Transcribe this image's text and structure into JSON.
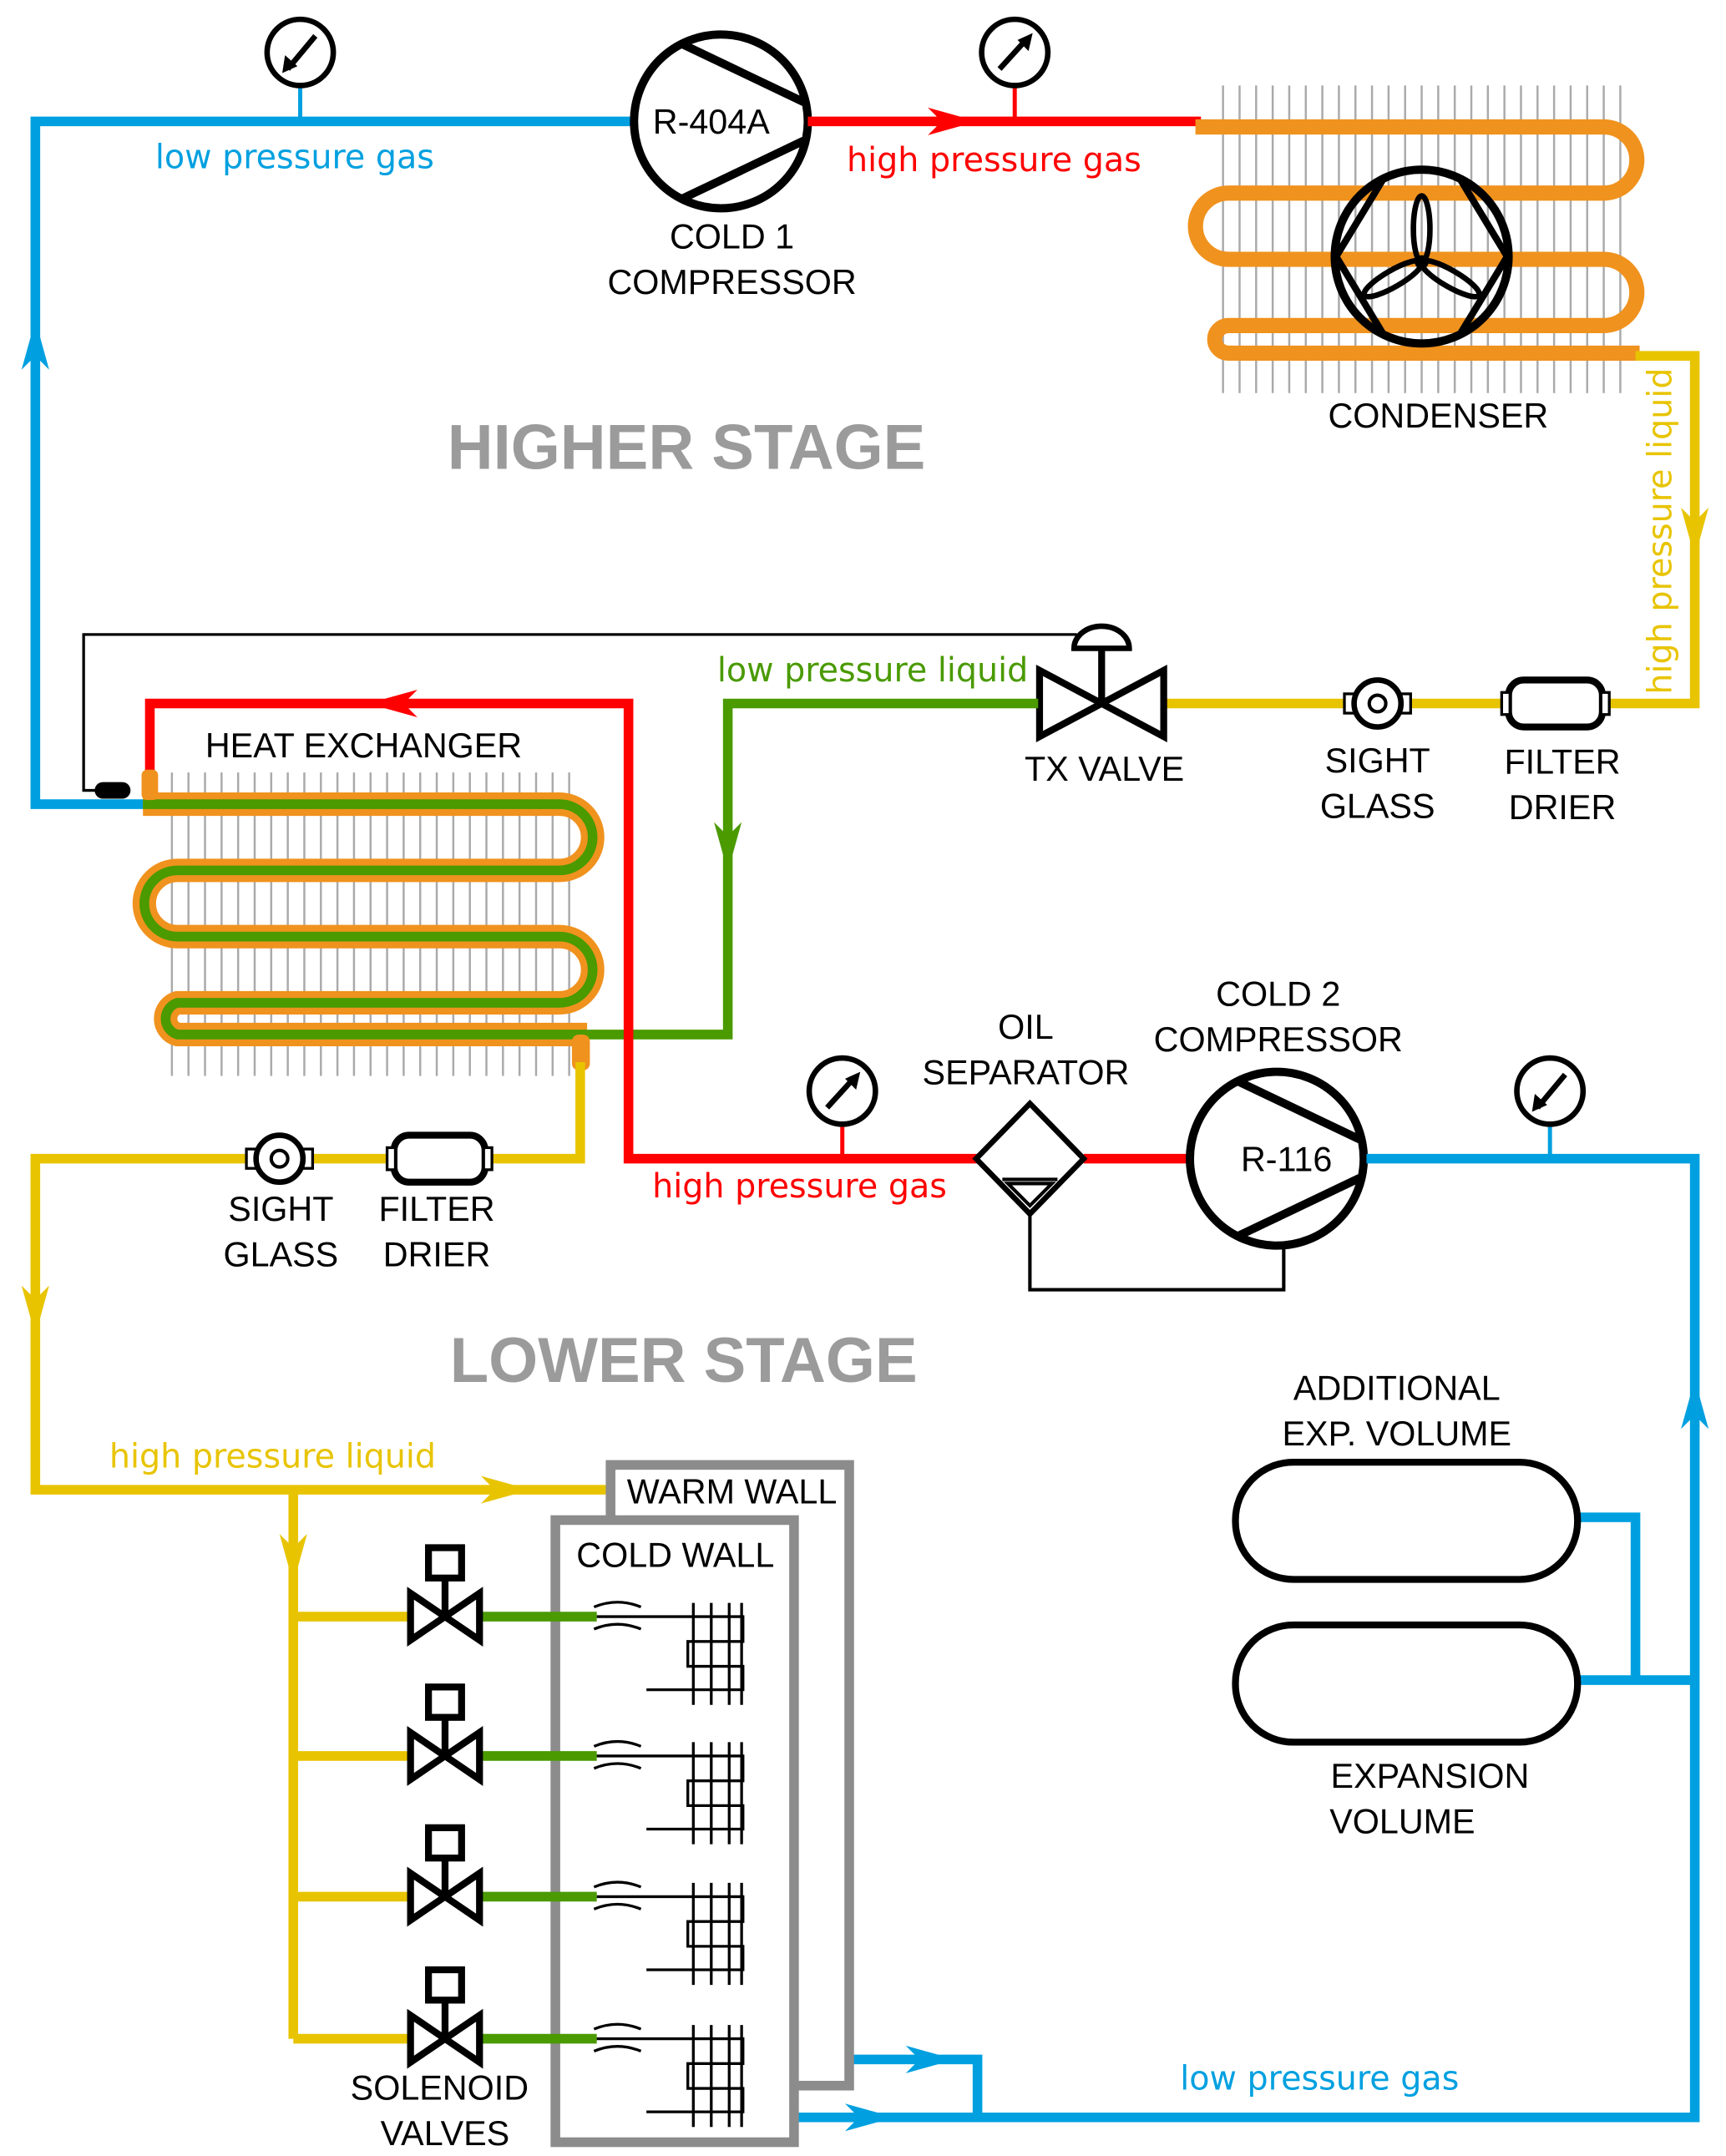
{
  "colors": {
    "low_pressure_gas": "#00a0e0",
    "high_pressure_gas": "#ff0000",
    "high_pressure_liquid": "#e8c400",
    "low_pressure_liquid": "#4a9a00",
    "coil": "#f0921e",
    "wall": "#8c8c8c",
    "stage_label": "#9b9b9b"
  },
  "higher_stage": {
    "title": "HIGHER STAGE",
    "compressor": {
      "refrigerant": "R-404A",
      "label_line1": "COLD 1",
      "label_line2": "COMPRESSOR"
    },
    "condenser_label": "CONDENSER",
    "heat_exchanger_label": "HEAT EXCHANGER",
    "tx_valve_label": "TX VALVE",
    "sight_glass": {
      "line1": "SIGHT",
      "line2": "GLASS"
    },
    "filter_drier": {
      "line1": "FILTER",
      "line2": "DRIER"
    },
    "pipes": {
      "low_pressure_gas": "low pressure gas",
      "high_pressure_gas": "high pressure gas",
      "high_pressure_liquid": "high pressure liquid",
      "low_pressure_liquid": "low pressure liquid"
    }
  },
  "lower_stage": {
    "title": "LOWER STAGE",
    "compressor": {
      "refrigerant": "R-116",
      "label_line1": "COLD 2",
      "label_line2": "COMPRESSOR"
    },
    "oil_separator": {
      "line1": "OIL",
      "line2": "SEPARATOR"
    },
    "sight_glass": {
      "line1": "SIGHT",
      "line2": "GLASS"
    },
    "filter_drier": {
      "line1": "FILTER",
      "line2": "DRIER"
    },
    "solenoid_valves": {
      "line1": "SOLENOID",
      "line2": "VALVES"
    },
    "warm_wall": "WARM WALL",
    "cold_wall": "COLD WALL",
    "additional_volume": {
      "line1": "ADDITIONAL",
      "line2": "EXP. VOLUME"
    },
    "expansion_volume": {
      "line1": "EXPANSION",
      "line2": "VOLUME"
    },
    "pipes": {
      "high_pressure_gas": "high pressure gas",
      "high_pressure_liquid": "high pressure liquid",
      "low_pressure_gas": "low pressure gas"
    }
  },
  "icons": [
    "pressure-gauge-icon",
    "compressor-icon",
    "fan-icon",
    "expansion-valve-icon",
    "sight-glass-icon",
    "filter-drier-icon",
    "solenoid-valve-icon",
    "oil-separator-icon",
    "capillary-icon",
    "evaporator-coil-icon",
    "flow-arrow-icon"
  ]
}
